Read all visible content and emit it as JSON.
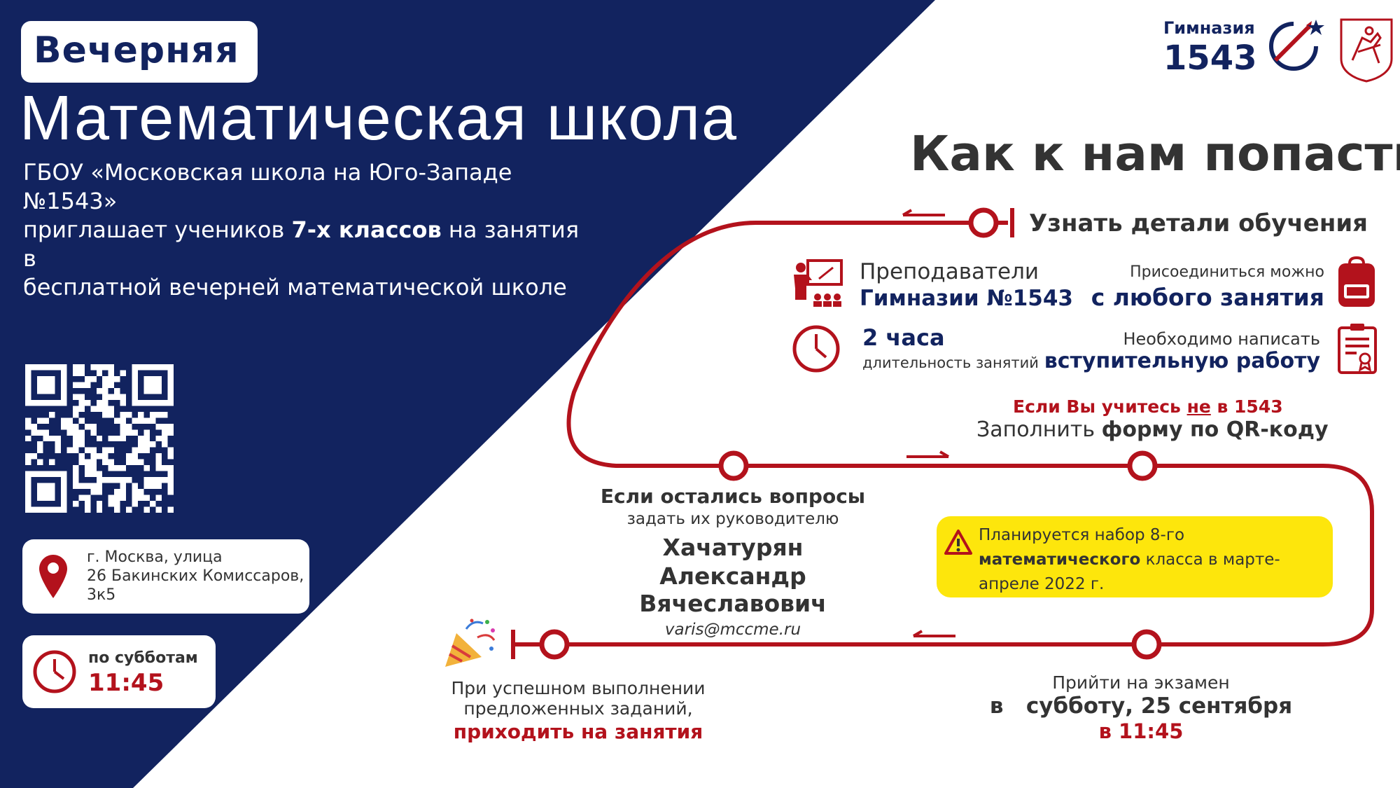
{
  "colors": {
    "navy": "#12235f",
    "red": "#b3121c",
    "yellow": "#fde60c"
  },
  "header": {
    "badge": "Вечерняя",
    "title": "Математическая школа",
    "intro_line1": "ГБОУ «Московская школа на Юго-Западе №1543»",
    "intro_line2_a": "приглашает учеников ",
    "intro_line2_b": "7-х классов",
    "intro_line2_c": " на занятия в",
    "intro_line3": "бесплатной вечерней математической школе"
  },
  "logo": {
    "line1": "Гимназия",
    "line2": "1543"
  },
  "address": {
    "line1": "г. Москва, улица",
    "line2": "26 Бакинских Комиссаров,",
    "line3": "3к5",
    "icon": "map-pin-icon"
  },
  "schedule": {
    "line1": "по субботам",
    "line2": "11:45",
    "icon": "clock-icon"
  },
  "question": "Как к нам попасть?",
  "route": {
    "step1": {
      "bold": "Узнать",
      "rest": " детали обучения"
    },
    "teachers": {
      "line1": "Преподаватели",
      "line2": "Гимназии №1543",
      "icon": "teacher-icon"
    },
    "duration": {
      "line1": "2 часа",
      "line2": "длительность занятий",
      "icon": "clock-icon"
    },
    "join": {
      "line1": "Присоединиться можно",
      "line2": "с любого занятия",
      "icon": "backpack-icon"
    },
    "entrance": {
      "line1": "Необходимо написать",
      "line2": "вступительную работу",
      "icon": "certificate-icon"
    },
    "form": {
      "cond_a": "Если Вы учитесь ",
      "cond_b": "не",
      "cond_c": " в 1543",
      "line2_a": "Заполнить ",
      "line2_b": "форму по QR-коду"
    },
    "contact": {
      "line1": "Если остались вопросы",
      "line2": "задать их руководителю",
      "name1": "Хачатурян",
      "name2": "Александр Вячеславович",
      "email": "varis@mccme.ru"
    },
    "notice": {
      "line1": "Планируется набор 8-го",
      "line2_b": "математического",
      "line2_rest": " класса в марте-",
      "line3": "апреле 2022 г.",
      "icon": "warning-icon"
    },
    "exam": {
      "line1": "Прийти на экзамен",
      "line2_a": "в",
      "line2_b": "субботу, 25 сентября",
      "line3": "в 11:45"
    },
    "final": {
      "line1": "При успешном выполнении",
      "line2": "предложенных заданий,",
      "line3": "приходить на занятия",
      "icon": "party-popper-icon"
    }
  }
}
